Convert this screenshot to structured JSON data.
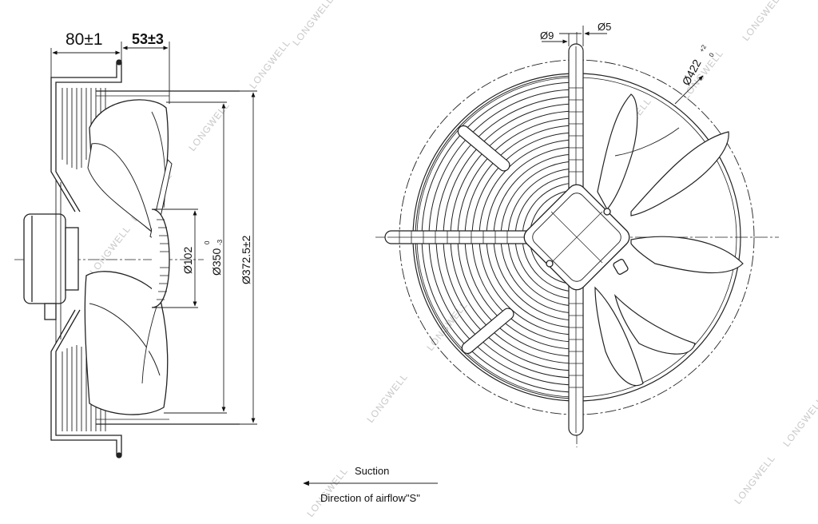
{
  "side_view": {
    "dim_depth": "80±1",
    "dim_offset": "53±3",
    "dim_hub": "Ø102",
    "dim_blade_main": "Ø350",
    "dim_blade_tol_upper": "0",
    "dim_blade_tol_lower": "-3",
    "dim_ring": "Ø372.5±2"
  },
  "front_view": {
    "dim_hole_large": "Ø9",
    "dim_hole_small": "Ø5",
    "dim_pcd_main": "Ø422",
    "dim_pcd_tol_upper": "+2",
    "dim_pcd_tol_lower": "0"
  },
  "airflow": {
    "label": "Suction",
    "direction": "Direction of airflow\"S\""
  },
  "watermark": "LONGWELL"
}
